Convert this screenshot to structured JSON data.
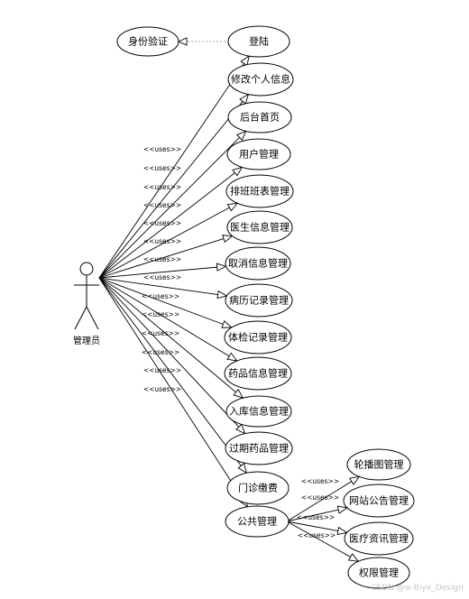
{
  "actor": {
    "name": "管理员"
  },
  "stereotype": "<<uses>>",
  "use_cases": [
    {
      "id": "login",
      "label": "登陆"
    },
    {
      "id": "identity",
      "label": "身份验证"
    },
    {
      "id": "modify-profile",
      "label": "修改个人信息"
    },
    {
      "id": "admin-home",
      "label": "后台首页"
    },
    {
      "id": "user-mgmt",
      "label": "用户管理"
    },
    {
      "id": "schedule-mgmt",
      "label": "排班班表管理"
    },
    {
      "id": "doctor-mgmt",
      "label": "医生信息管理"
    },
    {
      "id": "cancel-mgmt",
      "label": "取消信息管理"
    },
    {
      "id": "medical-record-mgmt",
      "label": "病历记录管理"
    },
    {
      "id": "checkup-mgmt",
      "label": "体检记录管理"
    },
    {
      "id": "drug-info-mgmt",
      "label": "药品信息管理"
    },
    {
      "id": "stock-in-mgmt",
      "label": "入库信息管理"
    },
    {
      "id": "expired-drug-mgmt",
      "label": "过期药品管理"
    },
    {
      "id": "clinic-fee",
      "label": "门诊缴费"
    },
    {
      "id": "public-mgmt",
      "label": "公共管理"
    },
    {
      "id": "carousel-mgmt",
      "label": "轮播图管理"
    },
    {
      "id": "notice-mgmt",
      "label": "网站公告管理"
    },
    {
      "id": "news-mgmt",
      "label": "医疗资讯管理"
    },
    {
      "id": "permission-mgmt",
      "label": "权限管理"
    }
  ],
  "watermark": "CSDN @w-Biye_Design"
}
